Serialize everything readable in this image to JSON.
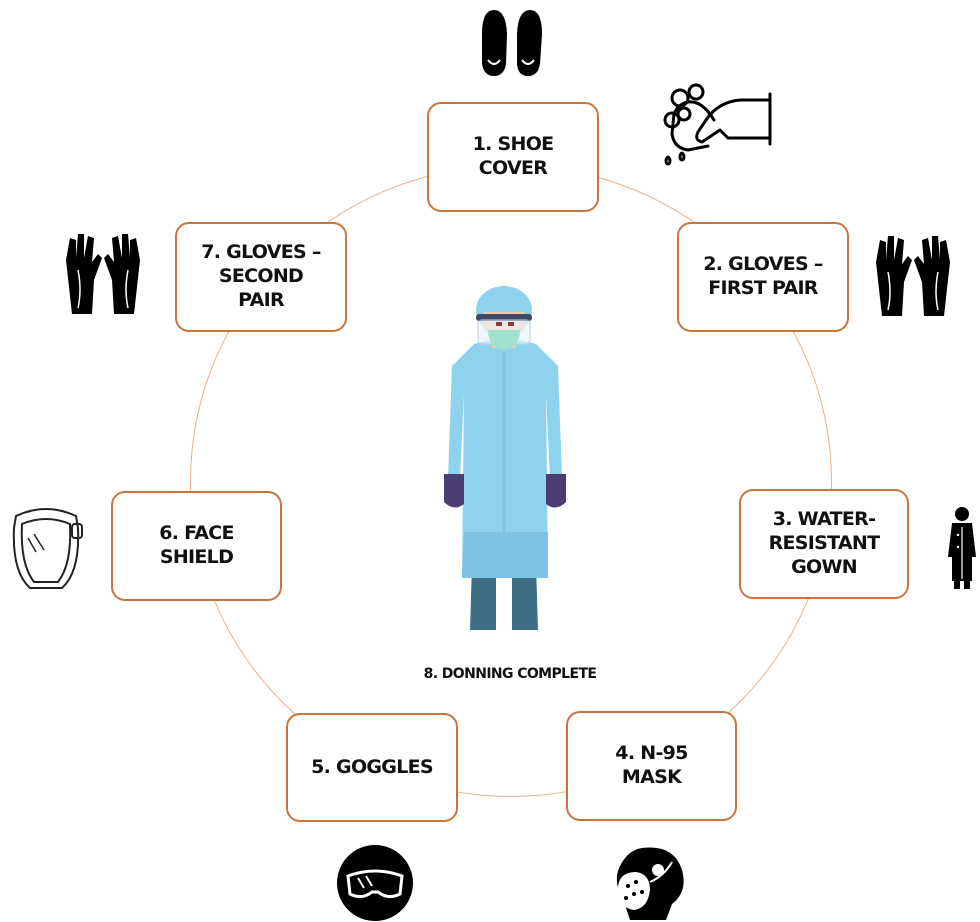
{
  "diagram": {
    "steps": [
      {
        "label": "1. SHOE\nCOVER",
        "icon": "shoe-cover-icon"
      },
      {
        "label": "2. GLOVES –\nFIRST PAIR",
        "icon": "gloves-icon"
      },
      {
        "label": "3. WATER-\nRESISTANT\nGOWN",
        "icon": "gown-icon"
      },
      {
        "label": "4. N-95\nMASK",
        "icon": "n95-mask-icon"
      },
      {
        "label": "5. GOGGLES",
        "icon": "goggles-icon"
      },
      {
        "label": "6. FACE\nSHIELD",
        "icon": "face-shield-icon"
      },
      {
        "label": "7. GLOVES –\nSECOND\nPAIR",
        "icon": "gloves-icon"
      }
    ],
    "center_label": "8. DONNING COMPLETE",
    "extra_icons": [
      "hand-washing-icon",
      "ppe-figure-illustration"
    ]
  },
  "colors": {
    "box_border": "#c8763d",
    "ring": "#e6b28e",
    "gown": "#8fd2ee",
    "gloves_figure": "#4b3c73",
    "icons": "#000000"
  }
}
